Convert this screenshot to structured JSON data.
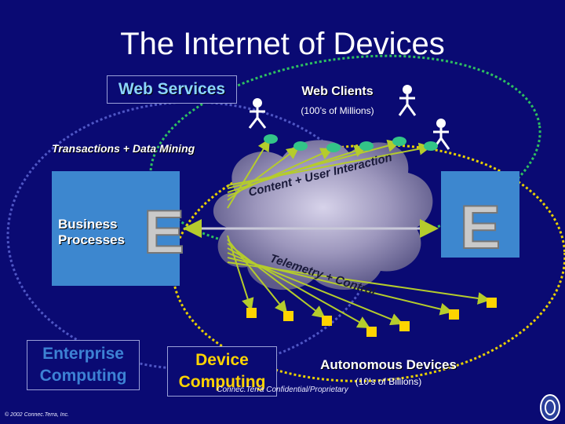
{
  "title": "The Internet of Devices",
  "web_services": "Web Services",
  "web_clients": {
    "label": "Web Clients",
    "sub": "(100’s of Millions)"
  },
  "transactions": "Transactions + Data Mining",
  "business_processes": [
    "Business",
    "Processes"
  ],
  "enterprise_computing": [
    "Enterprise",
    "Computing"
  ],
  "device_computing": [
    "Device",
    "Computing"
  ],
  "autonomous_devices": {
    "label": "Autonomous Devices",
    "sub": "(10’s of Billions)"
  },
  "arc_labels": {
    "content": "Content + User Interaction",
    "telemetry": "Telemetry + Control"
  },
  "e_letter": "E",
  "confidential": "Connec.Terra Confidential/Proprietary",
  "copyright": "© 2002 Connec.Terra, Inc.",
  "colors": {
    "background": "#0a0a73",
    "blue_box": "#3d87cf",
    "green": "#33c488",
    "yellow": "#ffd400",
    "arrow": "#b5cc2c",
    "ellipse_blue": "#4f56c4",
    "ellipse_green": "#2ec060",
    "ellipse_yellow": "#e8d000"
  },
  "icons": [
    "stick-figure-icon",
    "client-ellipse-icon",
    "device-square-icon",
    "cloud-icon",
    "logo-icon"
  ]
}
